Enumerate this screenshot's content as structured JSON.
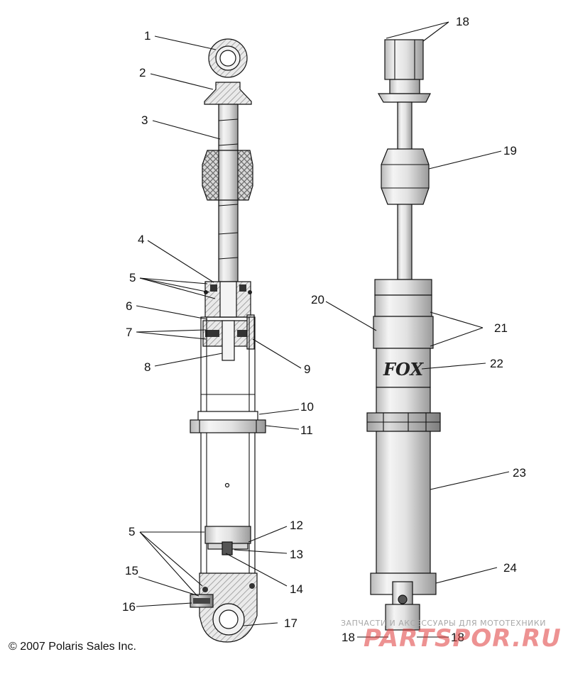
{
  "callouts": [
    "1",
    "2",
    "3",
    "4",
    "5",
    "6",
    "7",
    "8",
    "9",
    "10",
    "11",
    "5",
    "12",
    "13",
    "14",
    "15",
    "16",
    "17",
    "18",
    "19",
    "20",
    "21",
    "22",
    "23",
    "24",
    "18",
    "18"
  ],
  "copyright": "© 2007 Polaris Sales Inc.",
  "brand_label": "FOX",
  "watermark": {
    "tagline": "ЗАПЧАСТИ И АКСЕССУАРЫ ДЛЯ МОТОТЕХНИКИ",
    "site": "PARTSPOR.RU"
  }
}
